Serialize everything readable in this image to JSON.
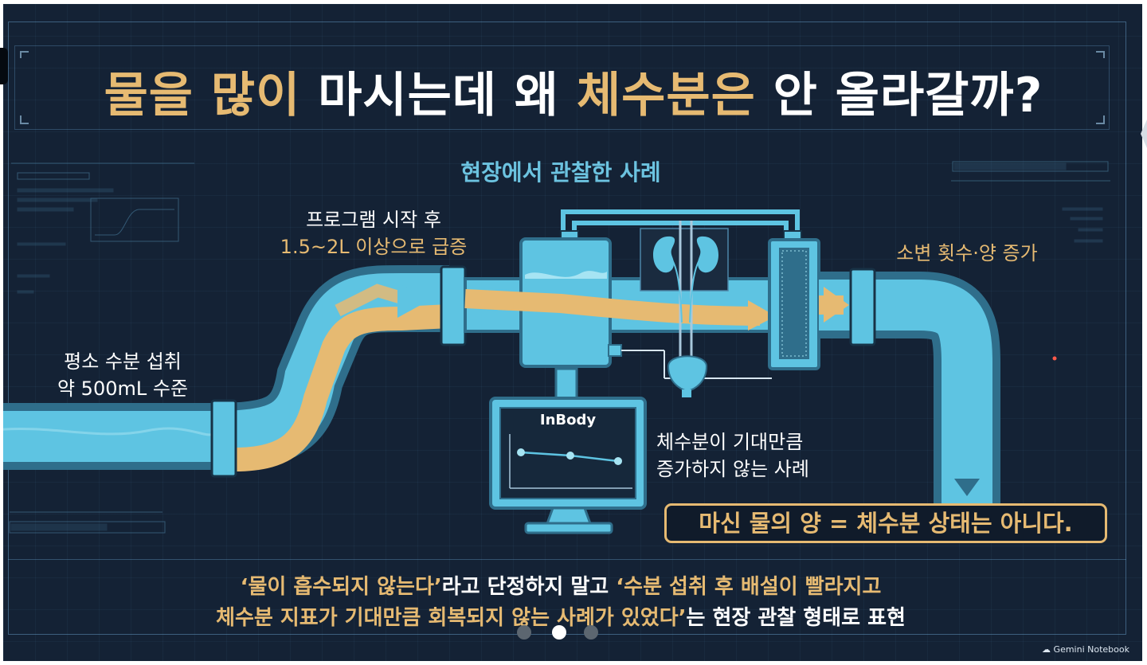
{
  "title": {
    "part1": "물을 많이",
    "part2": " 마시는데 왜 ",
    "part3": "체수분은",
    "part4": " 안 올라갈까?"
  },
  "subtitle": "현장에서 관찰한 사례",
  "labels": {
    "normal_intake_line1": "평소 수분 섭취",
    "normal_intake_line2": "약 500mL 수준",
    "program_line1": "프로그램 시작 후",
    "program_line2": "1.5~2L 이상으로 급증",
    "urination": "소변 횟수·양 증가",
    "case_line1": "체수분이 기대만큼",
    "case_line2": "증가하지 않는 사례",
    "monitor_brand": "InBody"
  },
  "conclusion": "마신 물의 양 = 체수분 상태는 아니다.",
  "bottom": {
    "line1_q1": "‘물이 흡수되지 않는다’",
    "line1_a": "라고 단정하지 말고 ",
    "line1_q2": "‘수분 섭취 후 배설이 빨라지고",
    "line2_q2": "체수분 지표가 기대만큼 회복되지 않는 사례가 있었다’",
    "line2_b": "는 현장 관찰 형태로 표현"
  },
  "pagination": {
    "count": 3,
    "active": 2
  },
  "watermark": "Gemini Notebook",
  "colors": {
    "background": "#142235",
    "gold": "#e6ba72",
    "water": "#5ec4e2",
    "pipe": "#2e6f8c",
    "text": "#ffffff"
  }
}
